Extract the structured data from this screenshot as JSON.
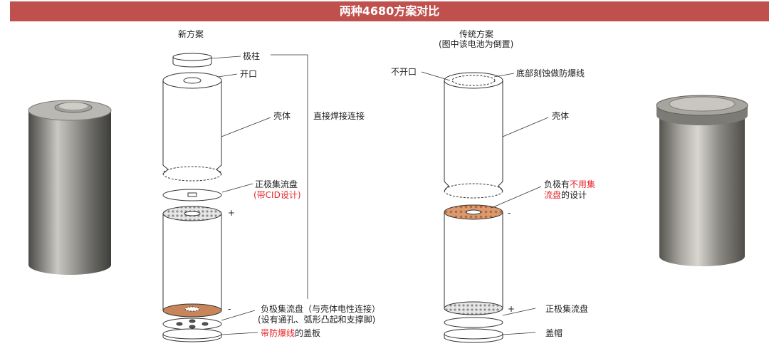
{
  "title": "两种4680方案对比",
  "new_scheme": {
    "heading": "新方案",
    "labels": {
      "pole": "极柱",
      "opening": "开口",
      "shell": "壳体",
      "direct_weld": "直接焊接连接",
      "pos_collector": "正极集流盘",
      "pos_collector_note": "(带CID设计)",
      "plus": "+",
      "minus": "-",
      "neg_collector_line1": "负极集流盘（与壳体电性连接）",
      "neg_collector_line2": "(设有通孔、弧形凸起和支撑脚)",
      "cover_red": "带防爆线",
      "cover_rest": "的盖板"
    }
  },
  "traditional_scheme": {
    "heading": "传统方案",
    "subheading": "(图中该电池为倒置)",
    "labels": {
      "no_opening": "不开口",
      "bottom_etch": "底部刻蚀做防爆线",
      "shell": "壳体",
      "neg_prefix": "负极有",
      "neg_red1": "不用集",
      "neg_red2": "流盘",
      "neg_suffix": "的设计",
      "minus": "-",
      "plus": "+",
      "pos_collector": "正极集流盘",
      "cap": "盖帽"
    }
  },
  "colors": {
    "title_bg": "#c0504d",
    "highlight": "#e8262b",
    "copper": "#c9855a"
  }
}
